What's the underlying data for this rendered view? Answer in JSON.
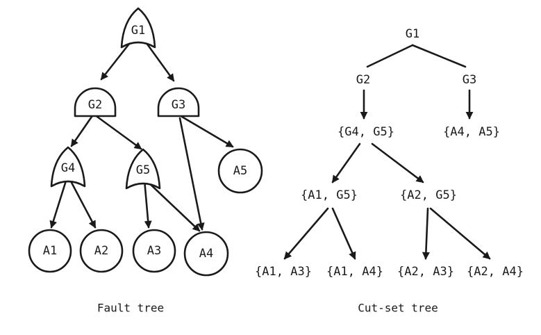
{
  "fault_tree": {
    "caption": "Fault tree",
    "gates": [
      {
        "id": "G1",
        "label": "G1",
        "type": "or"
      },
      {
        "id": "G2",
        "label": "G2",
        "type": "and"
      },
      {
        "id": "G3",
        "label": "G3",
        "type": "and"
      },
      {
        "id": "G4",
        "label": "G4",
        "type": "or"
      },
      {
        "id": "G5",
        "label": "G5",
        "type": "or"
      }
    ],
    "events": [
      {
        "id": "A1",
        "label": "A1"
      },
      {
        "id": "A2",
        "label": "A2"
      },
      {
        "id": "A3",
        "label": "A3"
      },
      {
        "id": "A4",
        "label": "A4"
      },
      {
        "id": "A5",
        "label": "A5"
      }
    ],
    "edges": [
      {
        "from": "G1",
        "to": "G2"
      },
      {
        "from": "G1",
        "to": "G3"
      },
      {
        "from": "G2",
        "to": "G4"
      },
      {
        "from": "G2",
        "to": "G5"
      },
      {
        "from": "G3",
        "to": "A5"
      },
      {
        "from": "G3",
        "to": "A4"
      },
      {
        "from": "G4",
        "to": "A1"
      },
      {
        "from": "G4",
        "to": "A2"
      },
      {
        "from": "G5",
        "to": "A3"
      },
      {
        "from": "G5",
        "to": "A4"
      }
    ]
  },
  "cutset_tree": {
    "caption": "Cut-set tree",
    "nodes": [
      {
        "id": "c-g1",
        "label": "G1"
      },
      {
        "id": "c-g2",
        "label": "G2"
      },
      {
        "id": "c-g3",
        "label": "G3"
      },
      {
        "id": "c-g4g5",
        "label": "{G4, G5}"
      },
      {
        "id": "c-a4a5",
        "label": "{A4, A5}"
      },
      {
        "id": "c-a1g5",
        "label": "{A1, G5}"
      },
      {
        "id": "c-a2g5",
        "label": "{A2, G5}"
      },
      {
        "id": "c-a1a3",
        "label": "{A1, A3}"
      },
      {
        "id": "c-a1a4",
        "label": "{A1, A4}"
      },
      {
        "id": "c-a2a3",
        "label": "{A2, A3}"
      },
      {
        "id": "c-a2a4",
        "label": "{A2, A4}"
      }
    ],
    "edges": [
      {
        "from": "c-g1",
        "to": "c-g2",
        "arrow": false
      },
      {
        "from": "c-g1",
        "to": "c-g3",
        "arrow": false
      },
      {
        "from": "c-g2",
        "to": "c-g4g5",
        "arrow": true
      },
      {
        "from": "c-g3",
        "to": "c-a4a5",
        "arrow": true
      },
      {
        "from": "c-g4g5",
        "to": "c-a1g5",
        "arrow": true
      },
      {
        "from": "c-g4g5",
        "to": "c-a2g5",
        "arrow": true
      },
      {
        "from": "c-a1g5",
        "to": "c-a1a3",
        "arrow": true
      },
      {
        "from": "c-a1g5",
        "to": "c-a1a4",
        "arrow": true
      },
      {
        "from": "c-a2g5",
        "to": "c-a2a3",
        "arrow": true
      },
      {
        "from": "c-a2g5",
        "to": "c-a2a4",
        "arrow": true
      }
    ]
  }
}
